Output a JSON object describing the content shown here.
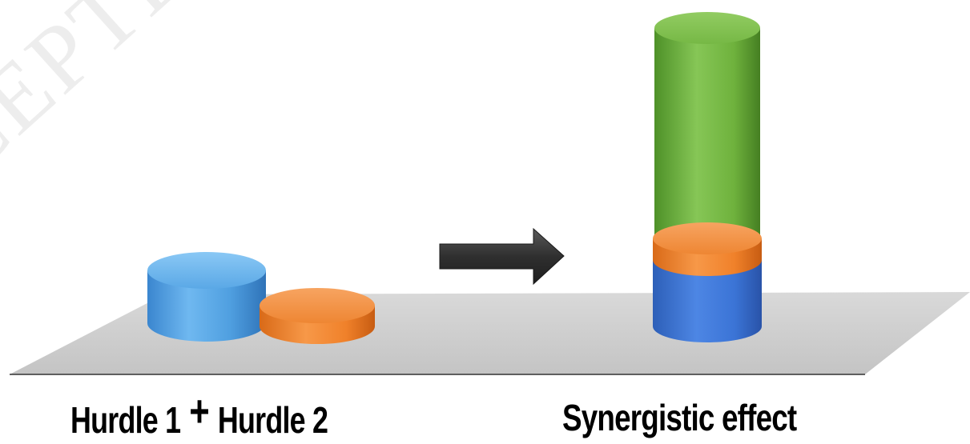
{
  "diagram": {
    "left_caption": {
      "hurdle_1": "Hurdle 1",
      "plus": "+",
      "hurdle_2": "Hurdle 2"
    },
    "right_caption": "Synergistic effect",
    "watermark": "ACCEPTED MANUSCRIPT"
  },
  "colors": {
    "hurdle_1": "#4f9fe0",
    "hurdle_2": "#f0812a",
    "synergy": "#6fb23d",
    "stack_base": "#3b74d6",
    "arrow": "#2f2f2f",
    "floor": "#cfcfcf"
  }
}
